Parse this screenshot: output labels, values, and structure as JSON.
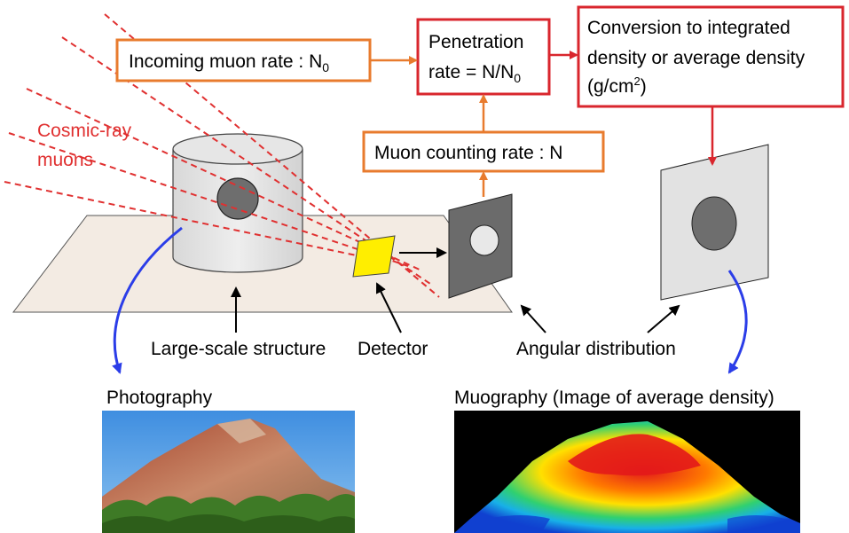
{
  "boxes": {
    "incoming": {
      "text": "Incoming muon rate : N",
      "sub": "0"
    },
    "penetration": {
      "line1": "Penetration",
      "line2_a": "rate = N/N",
      "line2_sub": "0"
    },
    "conversion": {
      "line1": "Conversion to integrated",
      "line2": "density or average density",
      "line3_a": "(g/cm",
      "line3_sup": "2",
      "line3_b": ")"
    },
    "counting": {
      "text": "Muon counting rate : N"
    }
  },
  "labels": {
    "cosmic_line1": "Cosmic-ray",
    "cosmic_line2": "muons",
    "structure": "Large-scale structure",
    "detector": "Detector",
    "angular": "Angular distribution",
    "photography": "Photography",
    "muography": "Muography (Image of average density)"
  },
  "colors": {
    "orange": "#e87b2e",
    "red_box": "#d9262d",
    "muon_red": "#e03030",
    "blue_arrow": "#2b3de8",
    "detector_yellow": "#ffee00",
    "ground": "#f3ebe3"
  }
}
